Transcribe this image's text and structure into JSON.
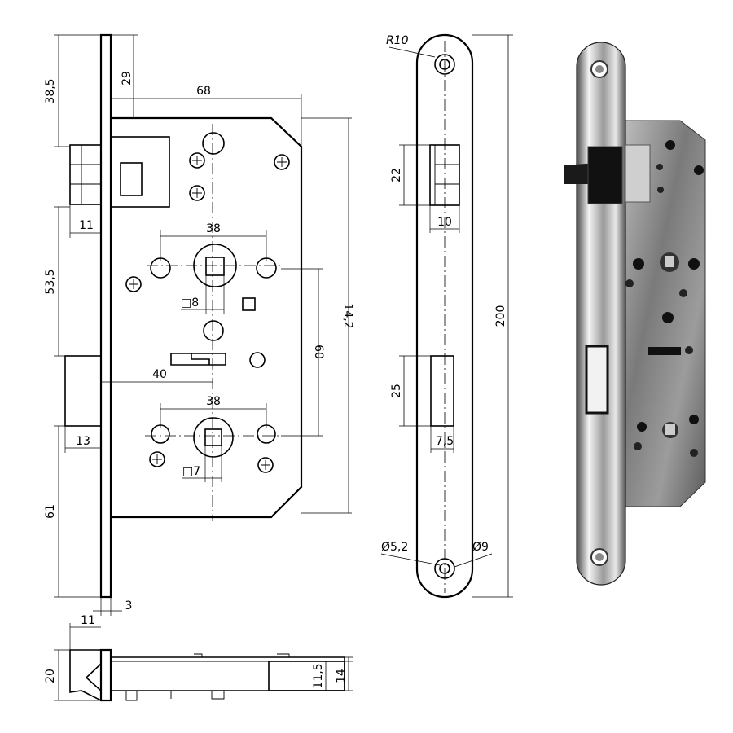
{
  "dimensions": {
    "top_offset": "38,5",
    "latch_offset": "29",
    "backset": "68",
    "latch_depth": "11",
    "latch_to_spindle": "53,5",
    "spindle_hole_spacing_top": "38",
    "spindle_square": "8",
    "case_height": "14,2",
    "spindle_to_thumbturn": "60",
    "thumbturn_backset": "40",
    "spindle_hole_spacing_bottom": "38",
    "deadbolt_depth": "13",
    "thumbturn_square": "7",
    "bottom_offset": "61",
    "faceplate_thickness": "3",
    "faceplate_radius": "R10",
    "latch_height": "22",
    "latch_width": "10",
    "faceplate_length": "200",
    "bolt_height": "25",
    "bolt_width": "7,5",
    "screw_hole_small": "Ø5,2",
    "screw_hole_large": "Ø9",
    "side_latch_depth": "11",
    "side_height": "20",
    "side_inner": "11,5",
    "side_outer": "14"
  },
  "symbols": {
    "square": "□"
  },
  "photo": {
    "description_icon": "mortice-lock-photo"
  }
}
